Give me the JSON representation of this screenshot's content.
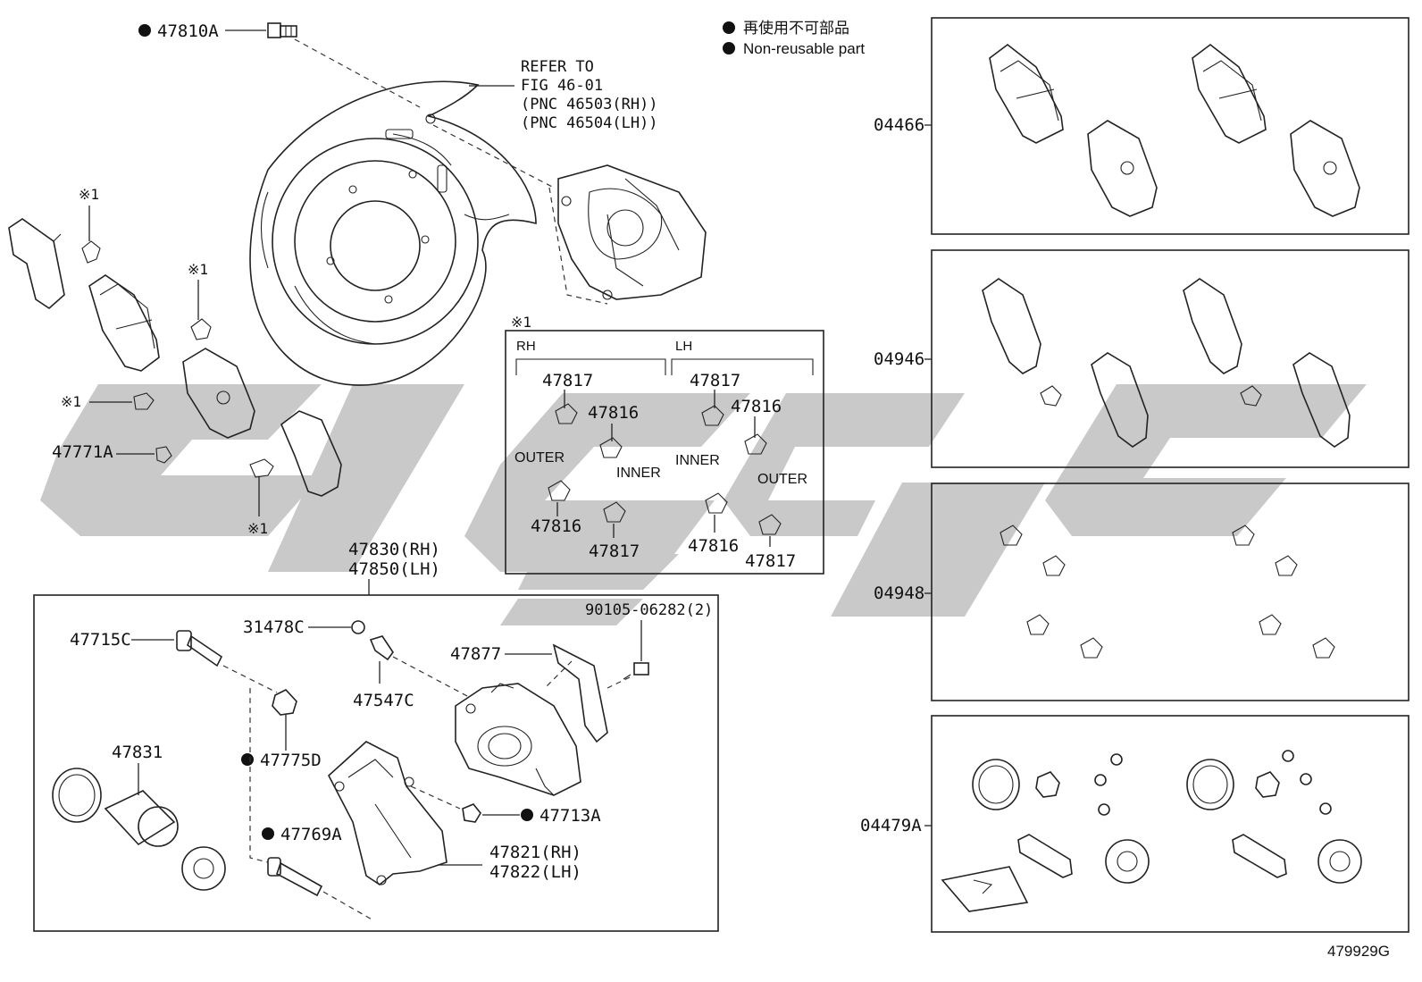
{
  "diagram_code": "479929G",
  "legend": {
    "jp": "再使用不可部品",
    "en": "Non-reusable part"
  },
  "watermark": {
    "color": "#c9c9c9",
    "meaning": "logo"
  },
  "refer_note": [
    "REFER TO",
    "FIG 46-01",
    "(PNC 46503(RH))",
    "(PNC 46504(LH))"
  ],
  "mark_note": "※1",
  "upper_labels": {
    "p47810A": "47810A",
    "p47771A": "47771A",
    "m1a": "※1",
    "m1b": "※1",
    "m1c": "※1",
    "m1d": "※1"
  },
  "inset": {
    "mark": "※1",
    "rh": "RH",
    "lh": "LH",
    "rh_outer": "OUTER",
    "rh_inner": "INNER",
    "lh_inner": "INNER",
    "lh_outer": "OUTER",
    "rh_47817_a": "47817",
    "rh_47816_a": "47816",
    "rh_47816_b": "47816",
    "rh_47817_b": "47817",
    "lh_47817_a": "47817",
    "lh_47816_a": "47816",
    "lh_47816_b": "47816",
    "lh_47817_b": "47817"
  },
  "caliper": {
    "title_rh": "47830(RH)",
    "title_lh": "47850(LH)",
    "p47715C": "47715C",
    "p31478C": "31478C",
    "p47547C": "47547C",
    "p90105": "90105-06282(2)",
    "p47877": "47877",
    "p47831": "47831",
    "p47775D": "47775D",
    "p47713A": "47713A",
    "p47769A": "47769A",
    "p47821": "47821(RH)",
    "p47822": "47822(LH)"
  },
  "kits": [
    {
      "code": "04466"
    },
    {
      "code": "04946"
    },
    {
      "code": "04948"
    },
    {
      "code": "04479A"
    }
  ]
}
